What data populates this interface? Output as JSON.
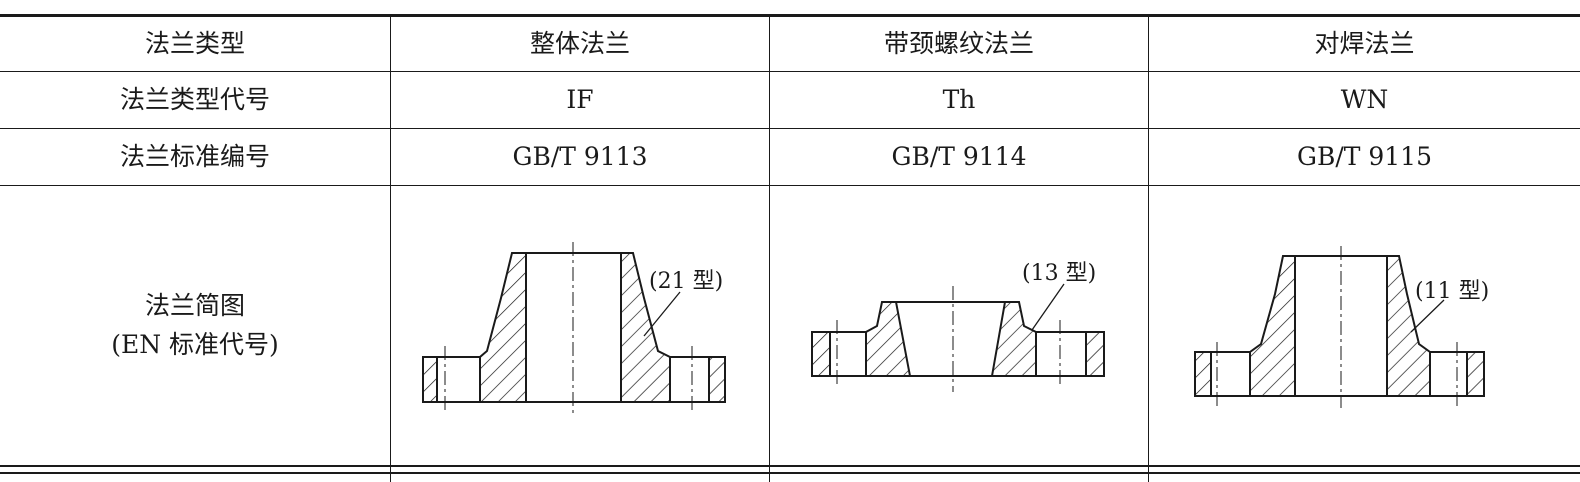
{
  "table": {
    "rows": [
      {
        "label": "法兰类型",
        "values": [
          "整体法兰",
          "带颈螺纹法兰",
          "对焊法兰"
        ]
      },
      {
        "label": "法兰类型代号",
        "values": [
          "IF",
          "Th",
          "WN"
        ]
      },
      {
        "label": "法兰标准编号",
        "values": [
          "GB/T 9113",
          "GB/T 9114",
          "GB/T 9115"
        ]
      }
    ],
    "diagram_row": {
      "label_line1": "法兰简图",
      "label_line2": "(EN 标准代号)",
      "callouts": [
        "(21 型)",
        "(13 型)",
        "(11 型)"
      ]
    }
  }
}
